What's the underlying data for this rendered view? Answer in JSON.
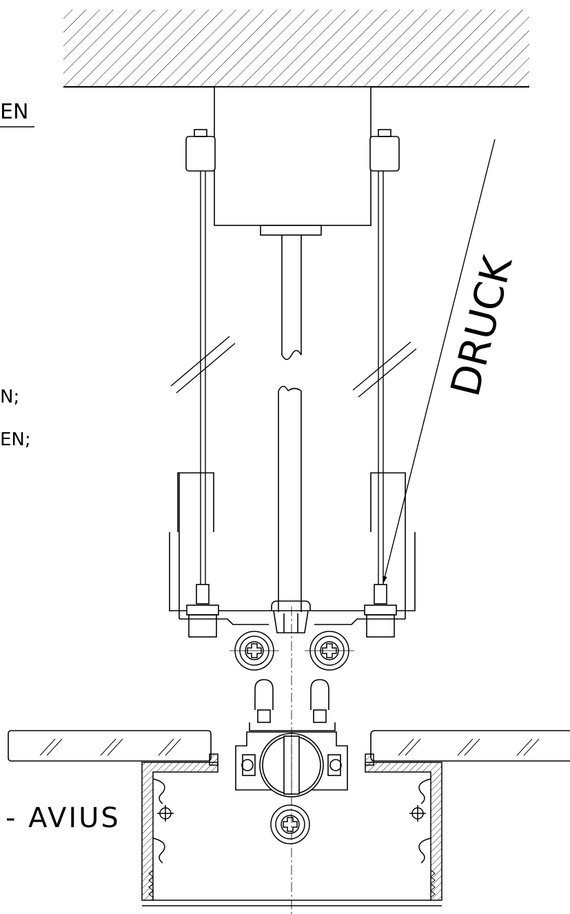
{
  "labels": {
    "top_fragment": "EN",
    "line1_fragment": "N;",
    "line2_fragment": "EN;",
    "druck": "DRUCK",
    "product": "-  AVIUS"
  },
  "colors": {
    "ink": "#000000",
    "background": "#ffffff"
  }
}
